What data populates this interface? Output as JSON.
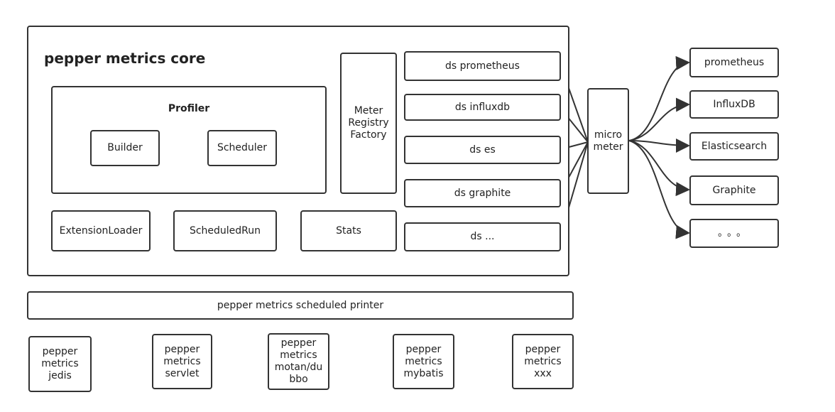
{
  "core": {
    "title": "pepper metrics core",
    "profiler": {
      "title": "Profiler",
      "builder": "Builder",
      "scheduler": "Scheduler"
    },
    "extension_loader": "ExtensionLoader",
    "scheduled_run": "ScheduledRun",
    "stats": "Stats",
    "meter_registry_factory": "Meter\nRegistry\nFactory",
    "datasources": [
      "ds prometheus",
      "ds influxdb",
      "ds es",
      "ds graphite",
      "ds ..."
    ]
  },
  "micrometer": "micro\nmeter",
  "backends": [
    "prometheus",
    "InfluxDB",
    "Elasticsearch",
    "Graphite",
    "。。。"
  ],
  "scheduled_printer": "pepper metrics scheduled printer",
  "plugins": [
    "pepper\nmetrics\njedis",
    "pepper\nmetrics\nservlet",
    "pepper\nmetrics\nmotan/du\nbbo",
    "pepper\nmetrics\nmybatis",
    "pepper\nmetrics\nxxx"
  ]
}
